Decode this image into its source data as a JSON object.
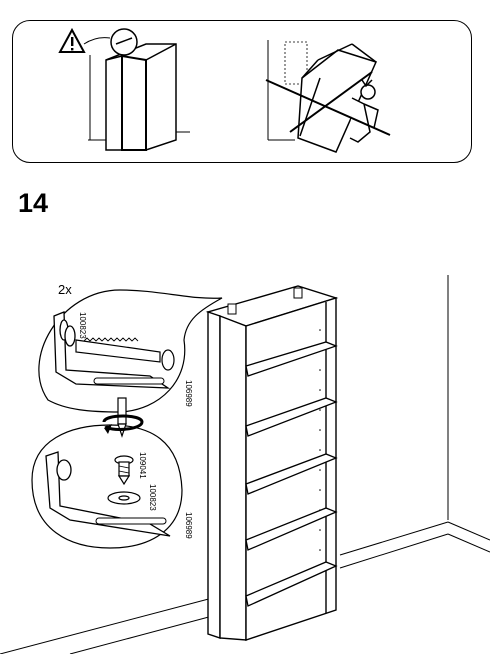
{
  "step": {
    "number": "14"
  },
  "hardware": {
    "multiplier": "2x",
    "part_codes": {
      "bracket_top": "100823",
      "side_top": "106989",
      "screw": "109041",
      "washer": "100823",
      "side_bottom": "106989"
    }
  },
  "icons": {
    "warning": "warning-triangle-icon",
    "rotate": "rotate-arrow-icon"
  }
}
